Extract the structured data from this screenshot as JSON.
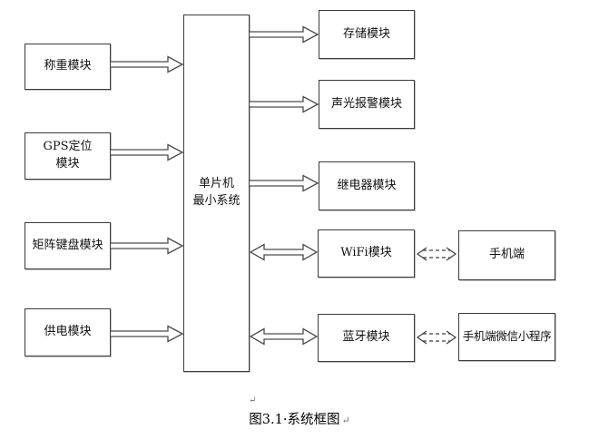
{
  "diagram": {
    "caption": "图3.1·系统框图",
    "paragraph_mark": "↵",
    "colors": {
      "line": "#4c4c4c",
      "box_border": "#3b3b3b",
      "text": "#111111",
      "background": "#ffffff"
    },
    "nodes": {
      "weighing": {
        "label": "称重模块"
      },
      "gps": {
        "line1": "GPS定位",
        "line2": "模块"
      },
      "keyboard": {
        "label": "矩阵键盘模块"
      },
      "power": {
        "label": "供电模块"
      },
      "mcu": {
        "line1": "单片机",
        "line2": "最小系统"
      },
      "storage": {
        "label": "存储模块"
      },
      "alarm": {
        "label": "声光报警模块"
      },
      "relay": {
        "label": "继电器模块"
      },
      "wifi": {
        "label": "WiFi模块"
      },
      "bluetooth": {
        "label": "蓝牙模块"
      },
      "phone": {
        "label": "手机端"
      },
      "miniprogram": {
        "label": "手机端微信小程序"
      }
    }
  }
}
